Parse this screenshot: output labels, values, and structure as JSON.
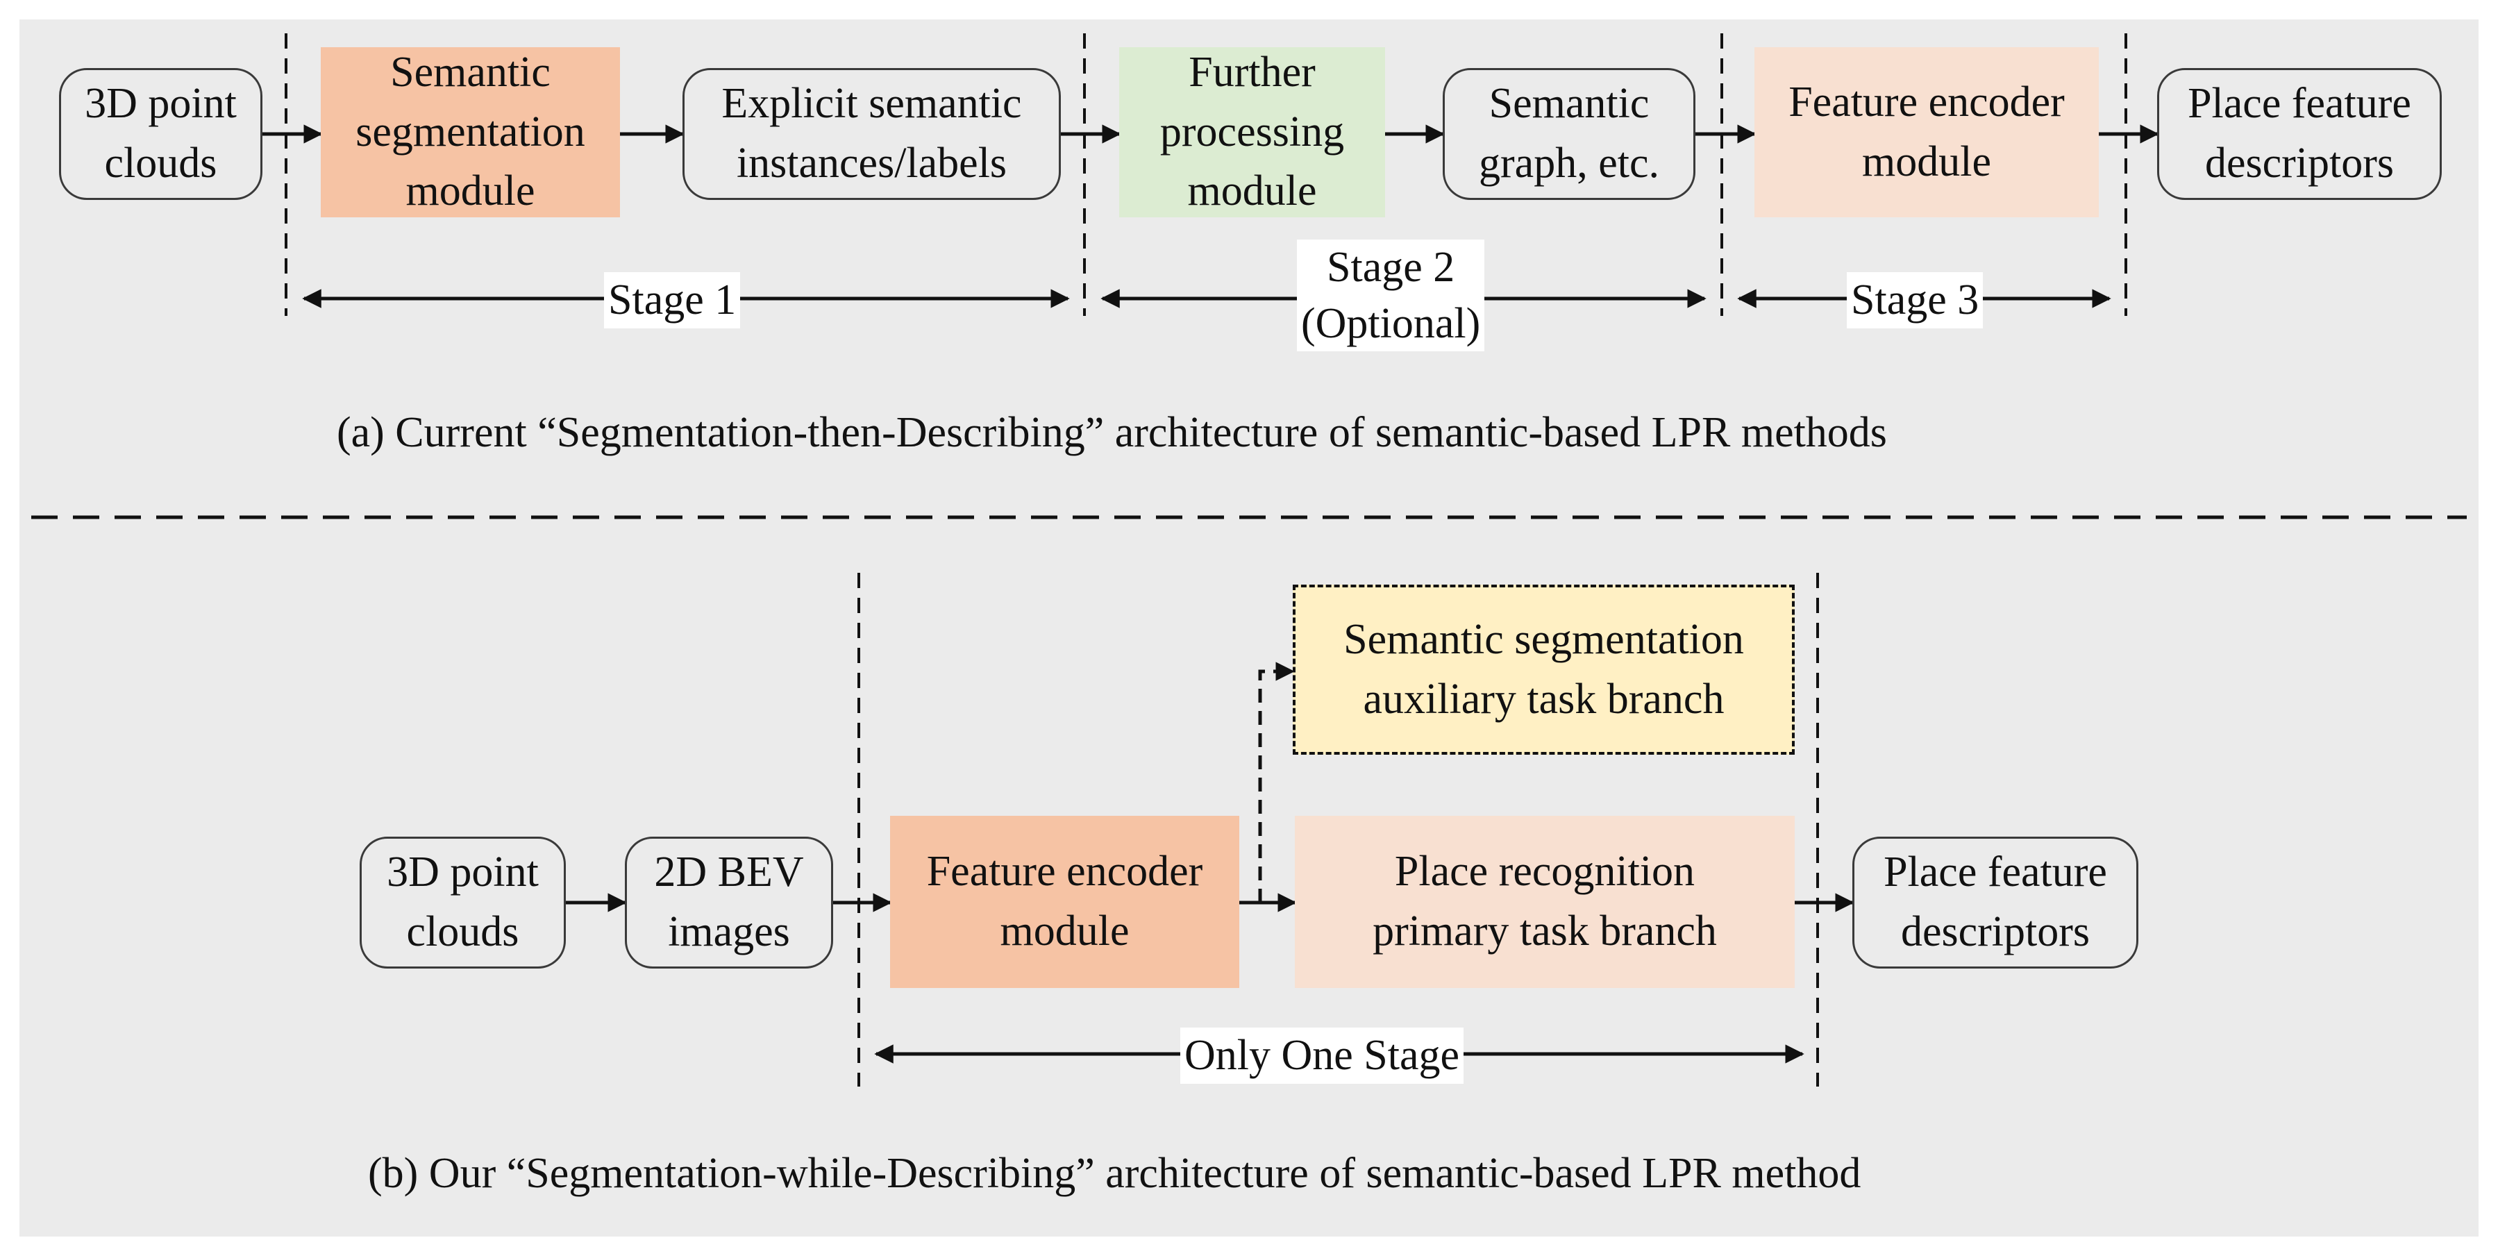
{
  "colors": {
    "background": "#ebebeb",
    "semantic_segmentation_module": "#f6c3a4",
    "further_processing_module": "#dcecd2",
    "feature_encoder_module_a": "#f8e0d1",
    "feature_encoder_module_b": "#f6c3a4",
    "place_recognition_branch": "#f8e0d1",
    "auxiliary_branch": "#fff0c4"
  },
  "top": {
    "nodes": {
      "point_clouds": "3D point\nclouds",
      "seg_module": "Semantic\nsegmentation\nmodule",
      "explicit_labels": "Explicit semantic\ninstances/labels",
      "further_module": "Further\nprocessing\nmodule",
      "semantic_graph": "Semantic\ngraph, etc.",
      "feature_encoder": "Feature encoder\nmodule",
      "descriptors": "Place feature\ndescriptors"
    },
    "stages": {
      "stage1": "Stage 1",
      "stage2": "Stage 2\n(Optional)",
      "stage3": "Stage 3"
    },
    "caption": "(a) Current “Segmentation-then-Describing” architecture of semantic-based LPR methods"
  },
  "bottom": {
    "nodes": {
      "point_clouds": "3D point\nclouds",
      "bev_images": "2D BEV\nimages",
      "feature_encoder": "Feature encoder\nmodule",
      "aux_branch": "Semantic segmentation\nauxiliary task branch",
      "primary_branch": "Place recognition\nprimary task branch",
      "descriptors": "Place feature\ndescriptors"
    },
    "stages": {
      "only_one": "Only One Stage"
    },
    "caption": "(b) Our “Segmentation-while-Describing” architecture of semantic-based LPR method"
  }
}
